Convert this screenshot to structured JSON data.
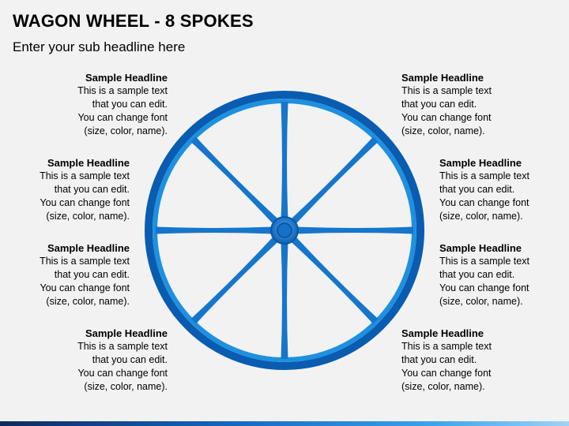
{
  "header": {
    "title": "WAGON WHEEL - 8 SPOKES",
    "subtitle": "Enter your sub headline here"
  },
  "blocks": [
    {
      "headline": "Sample Headline",
      "lines": [
        "This is a sample text",
        "that you can edit.",
        "You can change font",
        "(size, color, name)."
      ]
    },
    {
      "headline": "Sample Headline",
      "lines": [
        "This is a sample text",
        "that you can edit.",
        "You can change font",
        "(size, color, name)."
      ]
    },
    {
      "headline": "Sample Headline",
      "lines": [
        "This is a sample text",
        "that you can edit.",
        "You can change font",
        "(size, color, name)."
      ]
    },
    {
      "headline": "Sample Headline",
      "lines": [
        "This is a sample text",
        "that you can edit.",
        "You can change font",
        "(size, color, name)."
      ]
    },
    {
      "headline": "Sample Headline",
      "lines": [
        "This is a sample text",
        "that you can edit.",
        "You can change font",
        "(size, color, name)."
      ]
    },
    {
      "headline": "Sample Headline",
      "lines": [
        "This is a sample text",
        "that you can edit.",
        "You can change font",
        "(size, color, name)."
      ]
    },
    {
      "headline": "Sample Headline",
      "lines": [
        "This is a sample text",
        "that you can edit.",
        "You can change font",
        "(size, color, name)."
      ]
    },
    {
      "headline": "Sample Headline",
      "lines": [
        "This is a sample text",
        "that you can edit.",
        "You can change font",
        "(size, color, name)."
      ]
    }
  ],
  "colors": {
    "rim_dark": "#0a5cb0",
    "rim_light": "#1e90e0",
    "spoke": "#1576cc",
    "hub": "#1565c0",
    "background": "#f2f2f2"
  }
}
